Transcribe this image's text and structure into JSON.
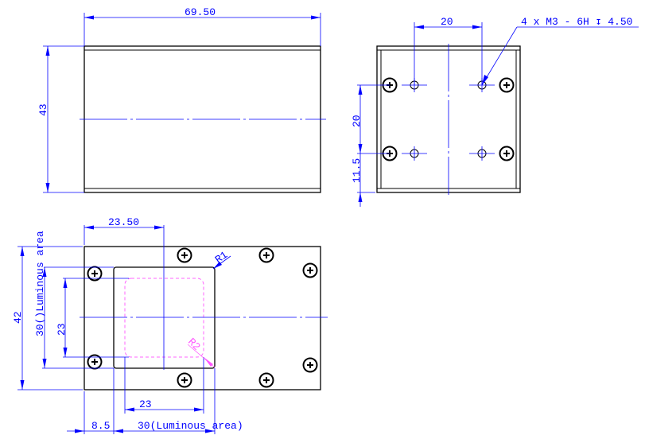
{
  "drawing": {
    "side_view": {
      "width_dim": "69.50",
      "height_dim": "43"
    },
    "rear_view": {
      "hole_spacing_h": "20",
      "hole_callout": "4 x  M3 - 6H ↧ 4.50",
      "hole_spacing_v": "20",
      "bottom_offset": "11.5"
    },
    "front_view": {
      "center_offset": "23.50",
      "height_dim": "42",
      "luminous_height": "30()Luminous area",
      "inner_height": "23",
      "inner_width": "23",
      "left_offset": "8.5",
      "luminous_width": "30(Luminous area)",
      "outer_radius": "R1",
      "inner_radius": "R2"
    },
    "colors": {
      "dimension": "#0000ff",
      "outline": "#000000",
      "luminous": "#ff66ff"
    }
  }
}
